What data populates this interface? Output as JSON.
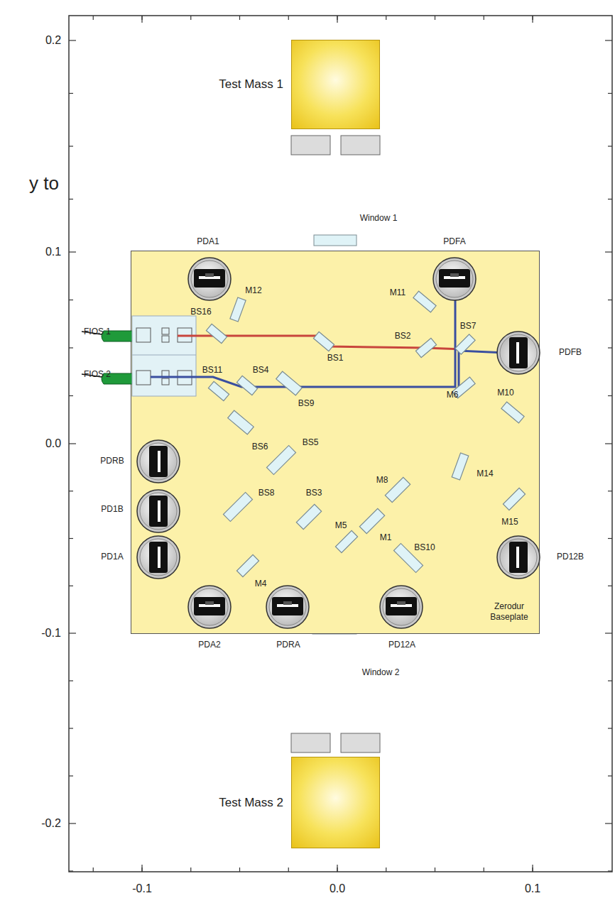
{
  "diagram": {
    "nodes": [
      {
        "text": [
          "Test Mass 1"
        ]
      },
      {
        "text": [
          "Zerodur Baseplate"
        ]
      },
      {
        "text": [
          "Test Mass 2"
        ]
      }
    ],
    "labels": [
      "y to",
      "0.2",
      "Window 1",
      "0.1",
      "PDA1",
      "PDFA",
      "M12",
      "M11",
      "FIOS 1",
      "BS16",
      "BS7",
      "BS2",
      "BS1",
      "PDFB",
      "FIOS 2",
      "BS11",
      "BS4",
      "M6",
      "M10",
      "BS9",
      "BS6",
      "BS5",
      "0.0",
      "PDRB",
      "M14",
      "BS8",
      "BS3",
      "M8",
      "PD1B",
      "M15",
      "M5",
      "M1",
      "BS10",
      "PD1A",
      "PD12B",
      "M4",
      "-0.1",
      "PDA2",
      "PDRA",
      "PD12A",
      "Window 2",
      "-0.2",
      "-0.1",
      "0.0",
      "0.1"
    ]
  }
}
